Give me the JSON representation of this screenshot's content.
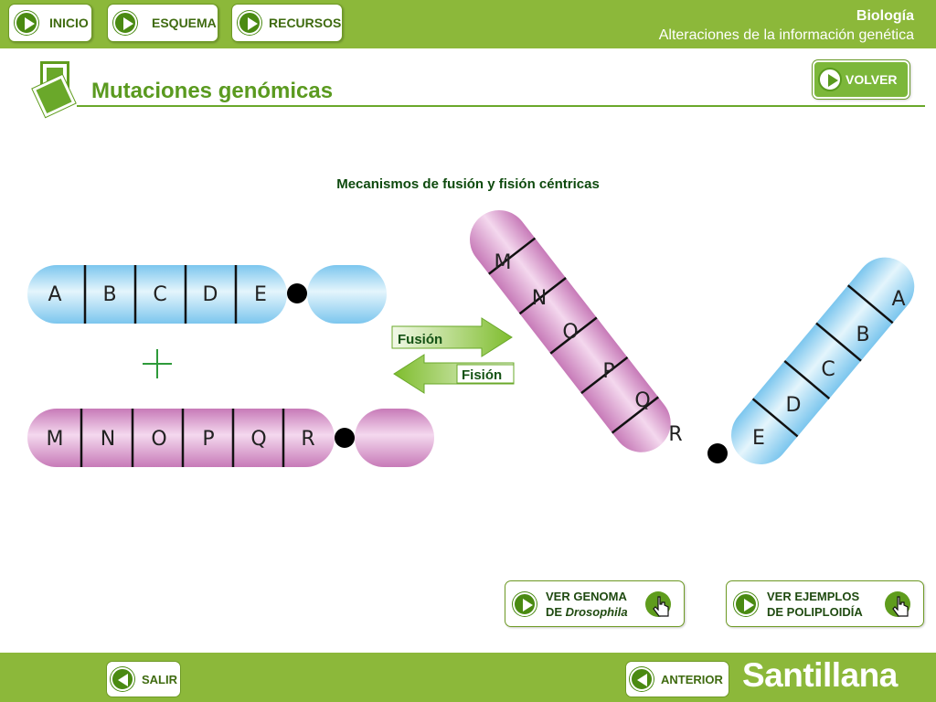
{
  "header": {
    "nav": {
      "inicio": "INICIO",
      "esquema": "ESQUEMA",
      "recursos": "RECURSOS"
    },
    "subject": "Biología",
    "topic": "Alteraciones de la información genética"
  },
  "page": {
    "title": "Mutaciones genómicas",
    "back_label": "VOLVER",
    "subtitle": "Mecanismos de fusión y fisión céntricas"
  },
  "diagram": {
    "chromosome_1_bands": [
      "A",
      "B",
      "C",
      "D",
      "E"
    ],
    "chromosome_2_bands": [
      "M",
      "N",
      "O",
      "P",
      "Q",
      "R"
    ],
    "plus_sign": "+",
    "fusion_label": "Fusión",
    "fission_label": "Fisión",
    "colors": {
      "blue": "#8fd0f0",
      "pink": "#d48ac8",
      "green_arrow": "#8cc43a"
    }
  },
  "actions": {
    "genome": {
      "line1": "VER GENOMA",
      "line2_prefix": "DE ",
      "line2_italic": "Drosophila"
    },
    "polyploidy": {
      "line1": "VER EJEMPLOS",
      "line2": "DE POLIPLOIDÍA"
    }
  },
  "footer": {
    "exit_label": "SALIR",
    "prev_label": "ANTERIOR",
    "brand": "Santillana"
  }
}
